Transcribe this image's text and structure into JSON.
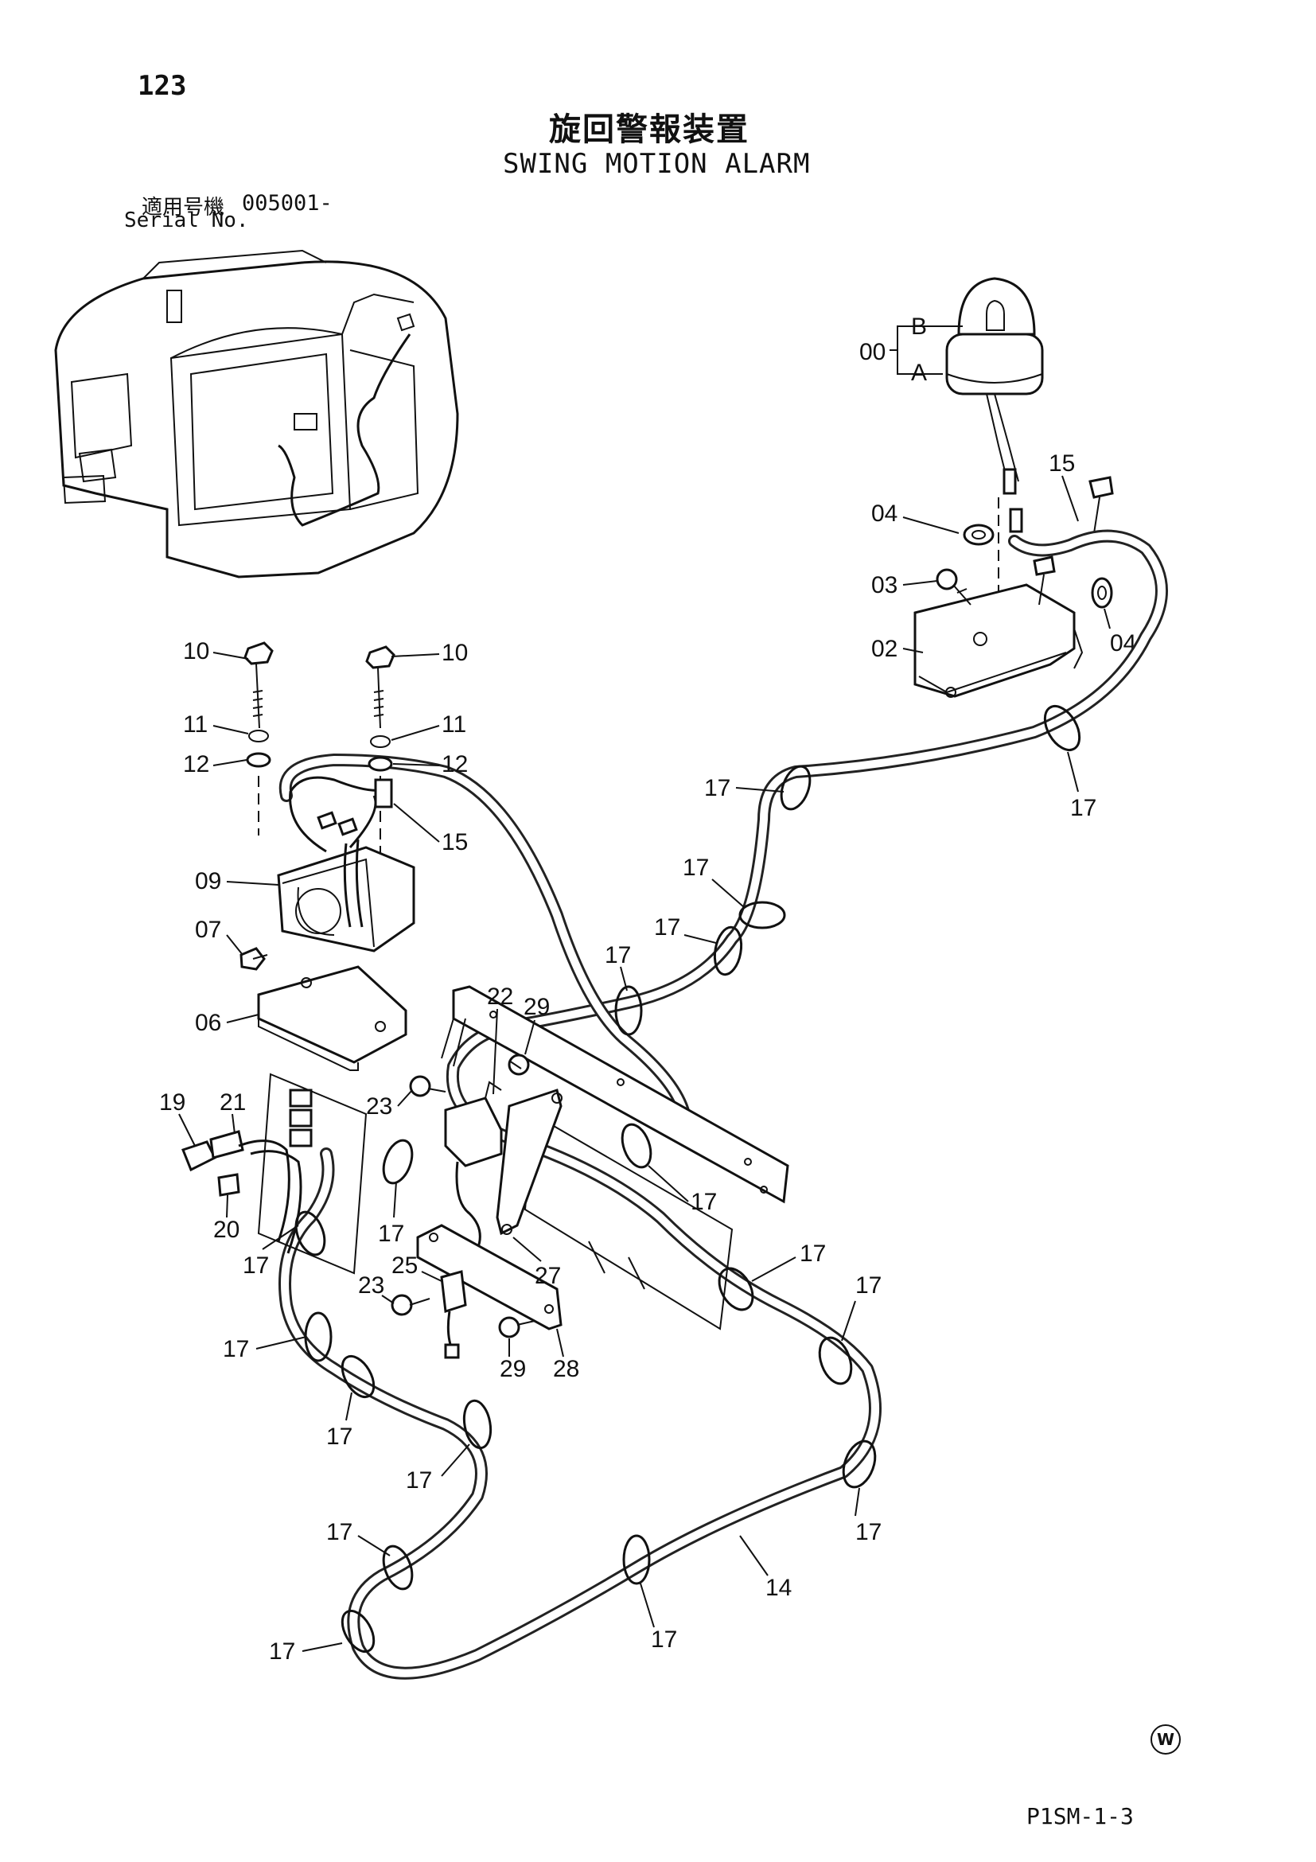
{
  "page": {
    "number": "123",
    "title_jp": "旋回警報装置",
    "title_en": "SWING MOTION ALARM",
    "serial_label_jp": "適用号機",
    "serial_range": "005001-",
    "serial_label_en": "Serial No.",
    "mark": "W",
    "code": "P1SM-1-3"
  },
  "callouts": {
    "c00": "00",
    "cA": "A",
    "cB": "B",
    "c02": "02",
    "c03": "03",
    "c04a": "04",
    "c04b": "04",
    "c06": "06",
    "c07": "07",
    "c09": "09",
    "c10a": "10",
    "c10b": "10",
    "c11a": "11",
    "c11b": "11",
    "c12a": "12",
    "c12b": "12",
    "c14": "14",
    "c15a": "15",
    "c15b": "15",
    "c17": "17",
    "c19": "19",
    "c20": "20",
    "c21": "21",
    "c22": "22",
    "c23a": "23",
    "c23b": "23",
    "c25": "25",
    "c27": "27",
    "c28": "28",
    "c29a": "29",
    "c29b": "29"
  }
}
